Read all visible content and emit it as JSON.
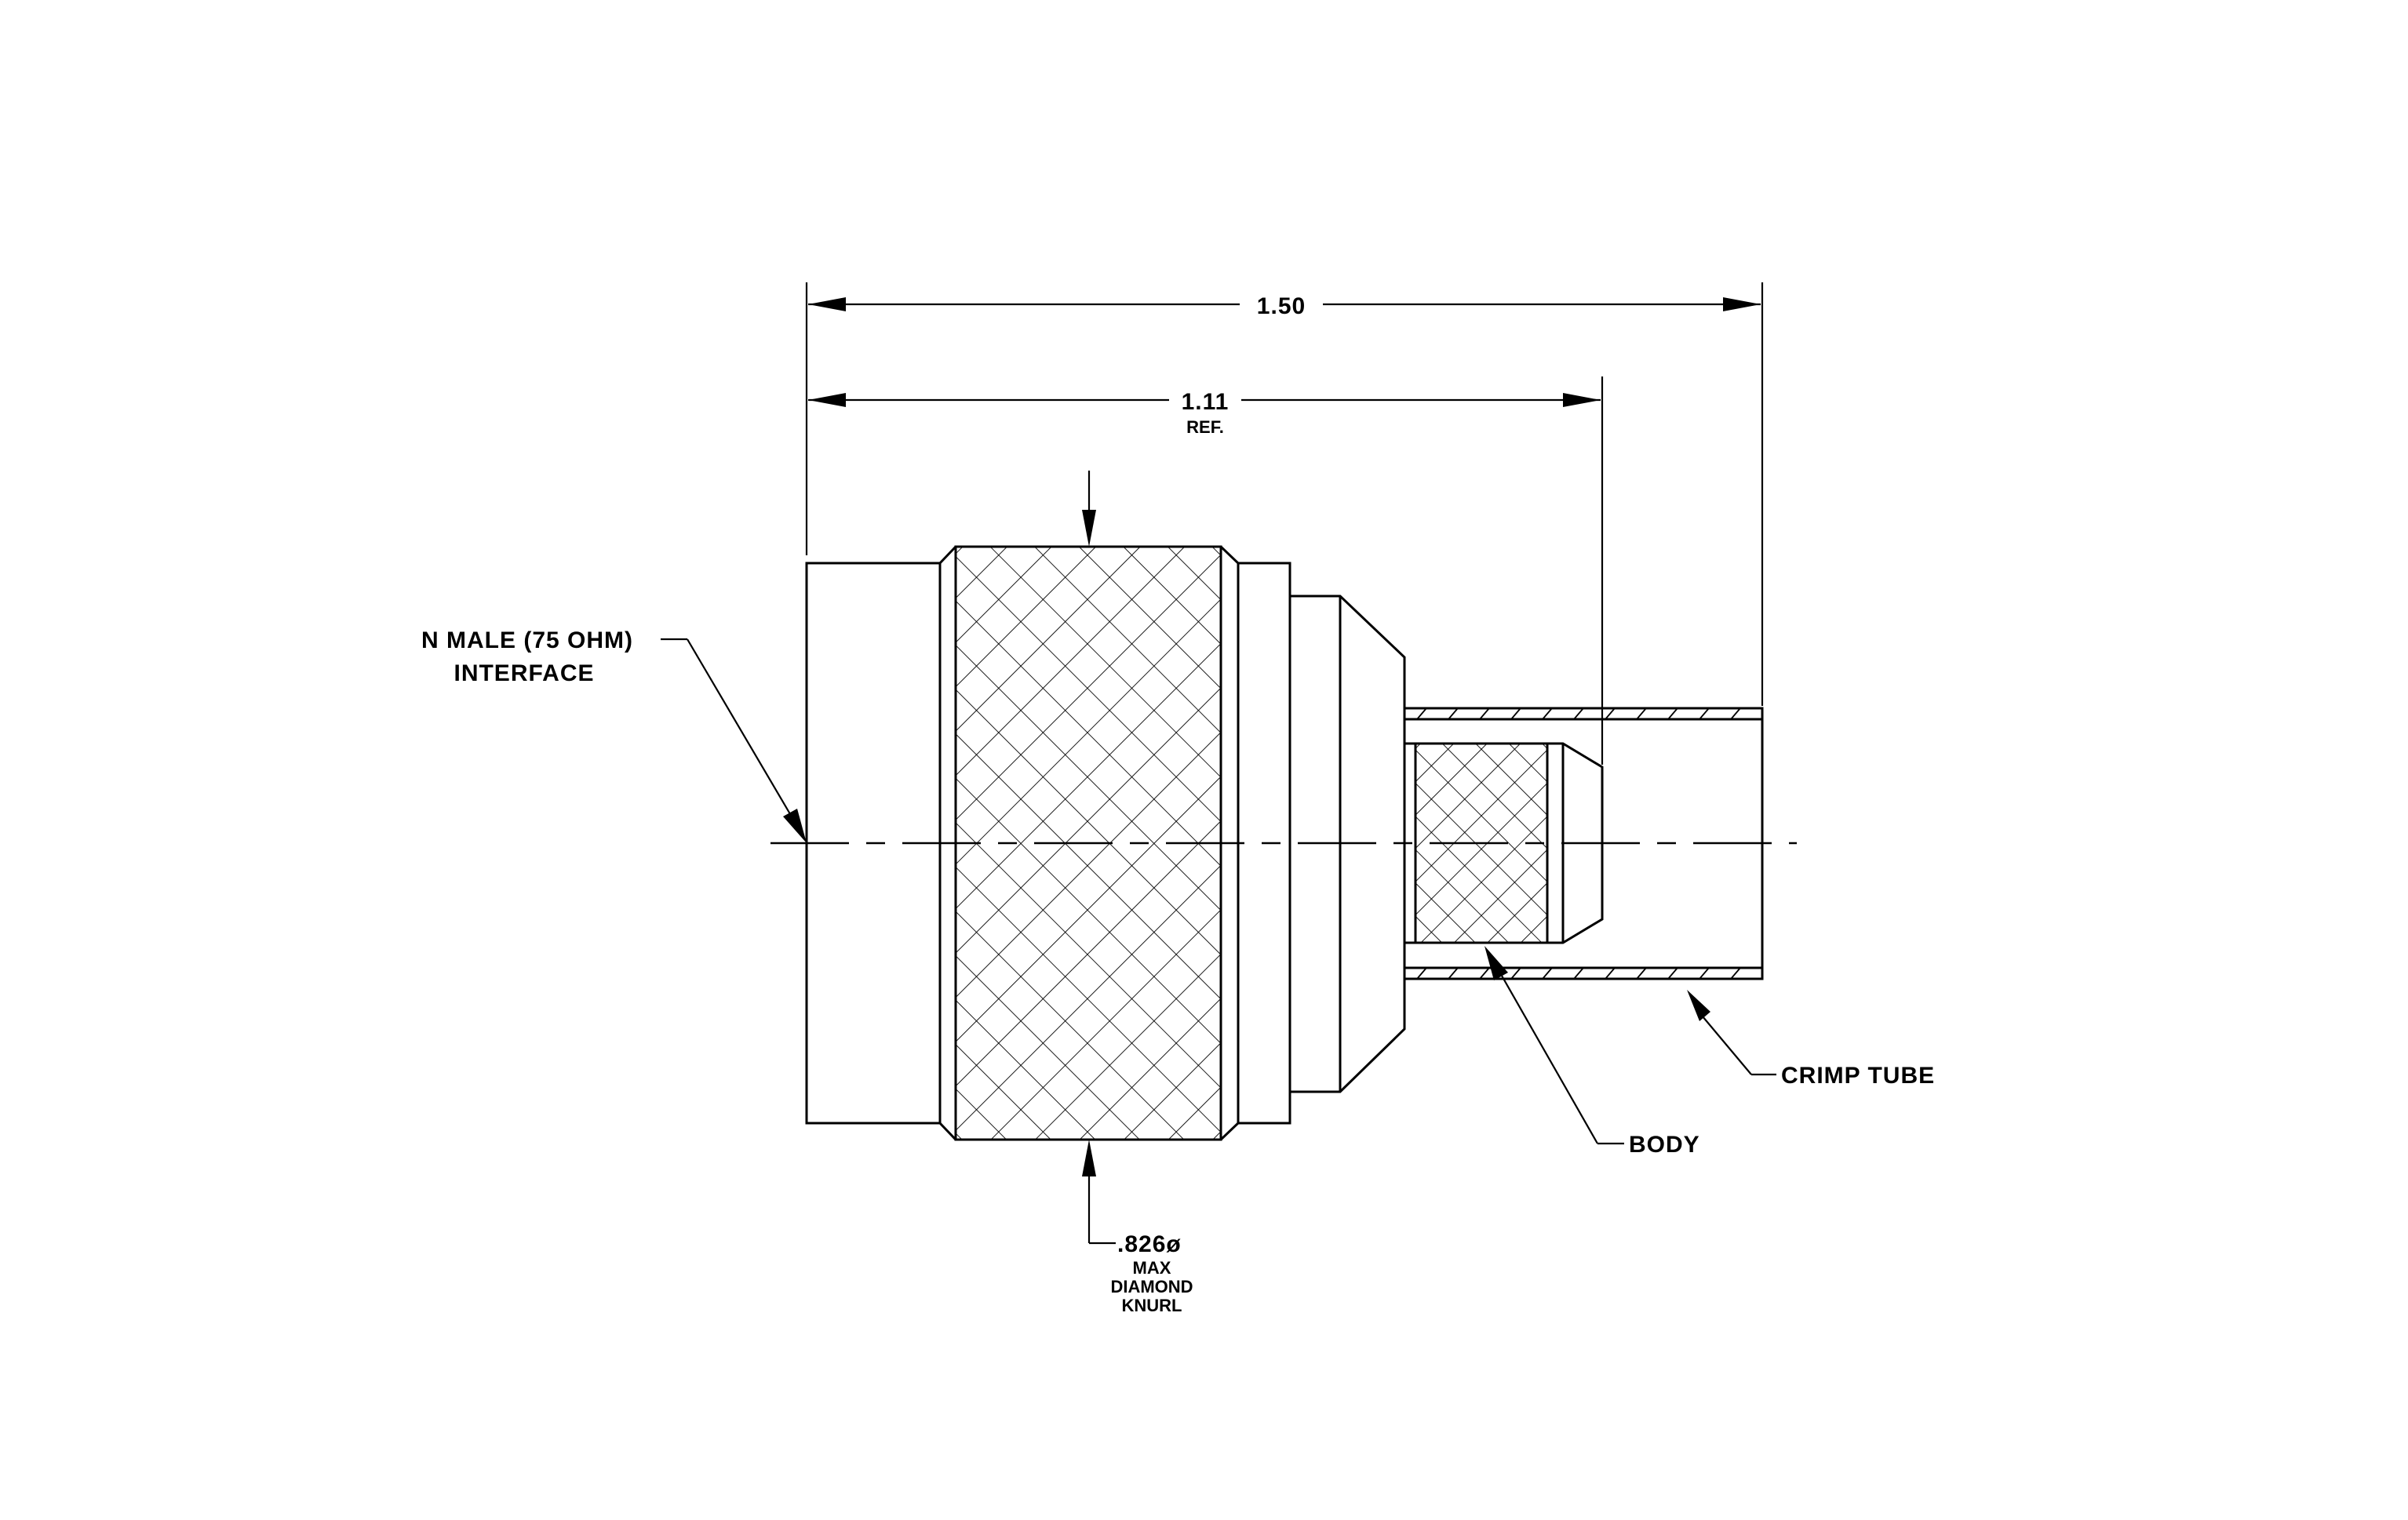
{
  "dimensions": {
    "overall": {
      "value": "1.50"
    },
    "reference": {
      "value": "1.11",
      "note": "REF."
    },
    "knurl": {
      "value": ".826ø",
      "lines": [
        "MAX",
        "DIAMOND",
        "KNURL"
      ]
    }
  },
  "callouts": {
    "interface": {
      "line1": "N MALE (75 OHM)",
      "line2": "INTERFACE"
    },
    "body": {
      "label": "BODY"
    },
    "crimp_tube": {
      "label": "CRIMP TUBE"
    }
  },
  "colors": {
    "ink": "#000000",
    "background": "#ffffff"
  }
}
